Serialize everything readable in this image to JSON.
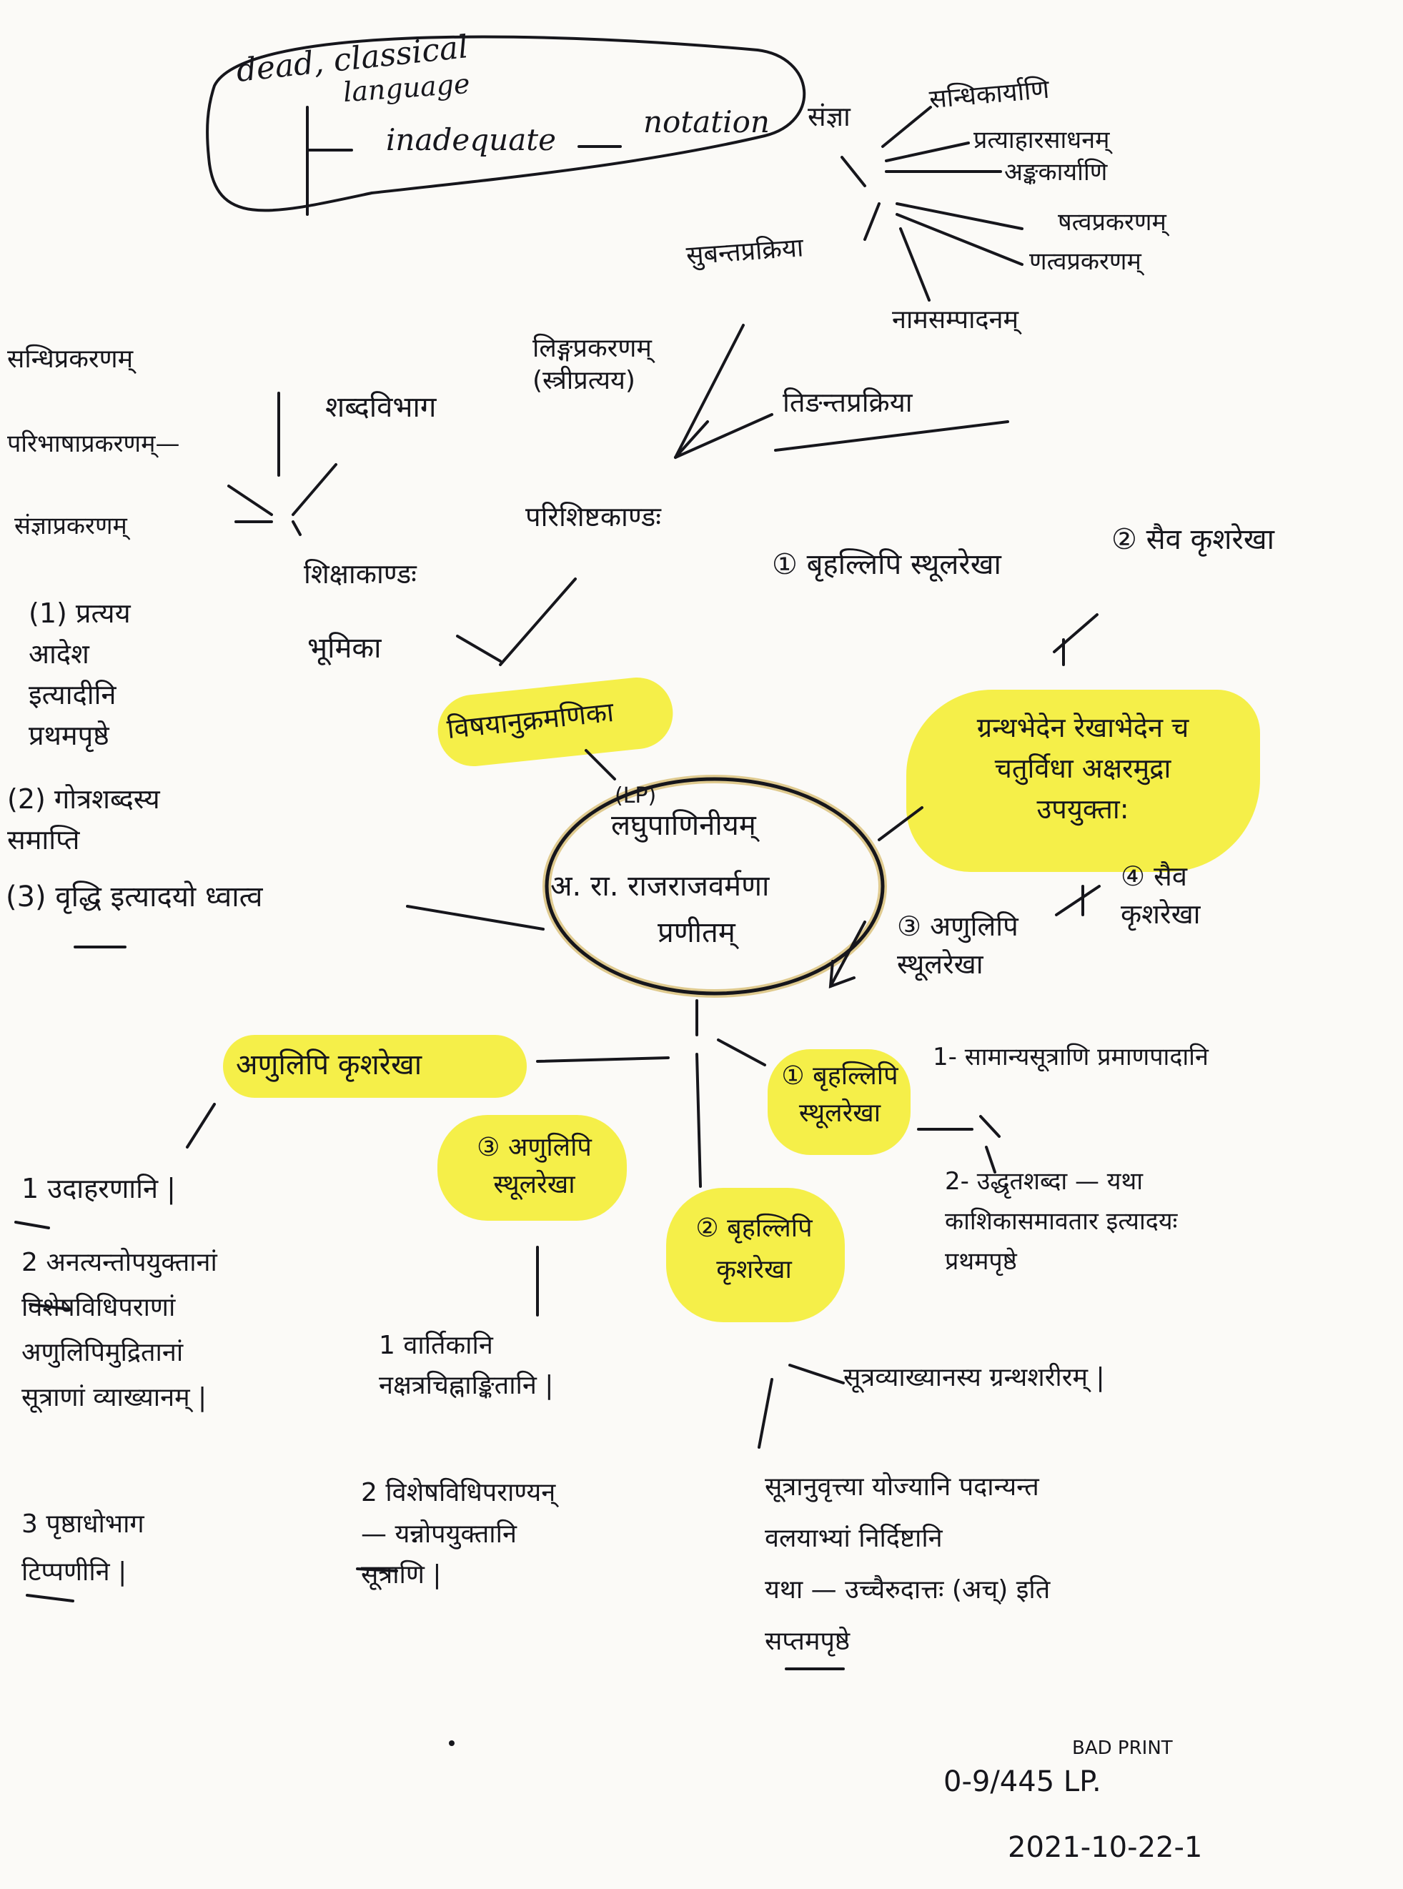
{
  "notes": {
    "bubble_line1": "dead, classical",
    "bubble_line2": "language",
    "bubble_inadequate": "inadequate",
    "bubble_notation": "notation",
    "bad_print": "BAD PRINT",
    "ref": "0-9/445 LP.",
    "date": "2021-10-22-1"
  },
  "center": {
    "lp": "(LP)",
    "line1": "लघुपाणिनीयम्",
    "line2": "अ. रा. राजराजवर्मणा",
    "line3": "प्रणीतम्"
  },
  "sangya": {
    "root": "संज्ञा",
    "items": [
      "सन्धिकार्याणि",
      "प्रत्याहारसाधनम्",
      "अङ्ककार्याणि",
      "षत्वप्रकरणम्",
      "णत्वप्रकरणम्",
      "नामसम्पादनम्",
      "सुबन्तप्रक्रिया"
    ]
  },
  "parishishta": {
    "root": "परिशिष्टकाण्डः",
    "linga": "लिङ्गप्रकरणम्\n(स्त्रीप्रत्यय)",
    "tinanta": "तिङन्तप्रक्रिया"
  },
  "shiksha": {
    "root": "शिक्षाकाण्डः",
    "bhumika": "भूमिका",
    "shabdavibhaga": "शब्दविभाग",
    "items": [
      "सन्धिप्रकरणम्",
      "परिभाषाप्रकरणम्—",
      "संज्ञाप्रकरणम्"
    ]
  },
  "left_notes": {
    "n1": "(1) प्रत्यय\nआदेश\nइत्यादीनि\nप्रथमपृष्ठे",
    "n2": "(2) गोत्रशब्दस्य\nसमाप्ति",
    "n3": "(3) वृद्धि इत्यादयो ध्वात्व"
  },
  "vishaya": "विषयानुक्रमणिका",
  "right_top": {
    "c1": "① बृहल्लिपि स्थूलरेखा",
    "c2": "② सैव कृशरेखा"
  },
  "granth": {
    "text": "ग्रन्थभेदेन रेखाभेदेन च\nचतुर्विधा अक्षरमुद्रा\nउपयुक्ता:"
  },
  "right_mid": {
    "c4": "④ सैव\nकृशरेखा",
    "c3": "③ अणुलिपि\nस्थूलरेखा"
  },
  "lower_center": {
    "b1": "① बृहल्लिपि\nस्थूलरेखा",
    "b1_note1": "1- सामान्यसूत्राणि प्रमाणपादानि",
    "b1_note2": "2- उद्धृतशब्दा — यथा\nकाशिकासमावतार इत्यादयः\nप्रथमपृष्ठे",
    "b2": "② बृहल्लिपि\nकृशरेखा",
    "b2_note1": "सूत्रव्याख्यानस्य ग्रन्थशरीरम् |",
    "b2_note2": "सूत्रानुवृत्त्या योज्यानि पदान्यन्त\nवलयाभ्यां निर्दिष्टानि\nयथा — उच्चैरुदात्तः (अच्) इति\nसप्तमपृष्ठे",
    "b3": "③ अणुलिपि\nस्थूलरेखा",
    "b3_note1": "1 वार्तिकानि\nनक्षत्रचिह्नाङ्कितानि |",
    "b3_note2": "2 विशेषविधिपराण्यन्\n— यन्नोपयुक्तानि\nसूत्राणि |"
  },
  "anulipi_krsha": {
    "title": "अणुलिपि कृशरेखा",
    "i1": "1 उदाहरणानि |",
    "i2": "2 अनत्यन्तोपयुक्तानां\nविशेषविधिपराणां\nअणुलिपिमुद्रितानां\nसूत्राणां व्याख्यानम् |",
    "i3": "3 पृष्ठाधोभाग\nटिप्पणीनि |"
  }
}
